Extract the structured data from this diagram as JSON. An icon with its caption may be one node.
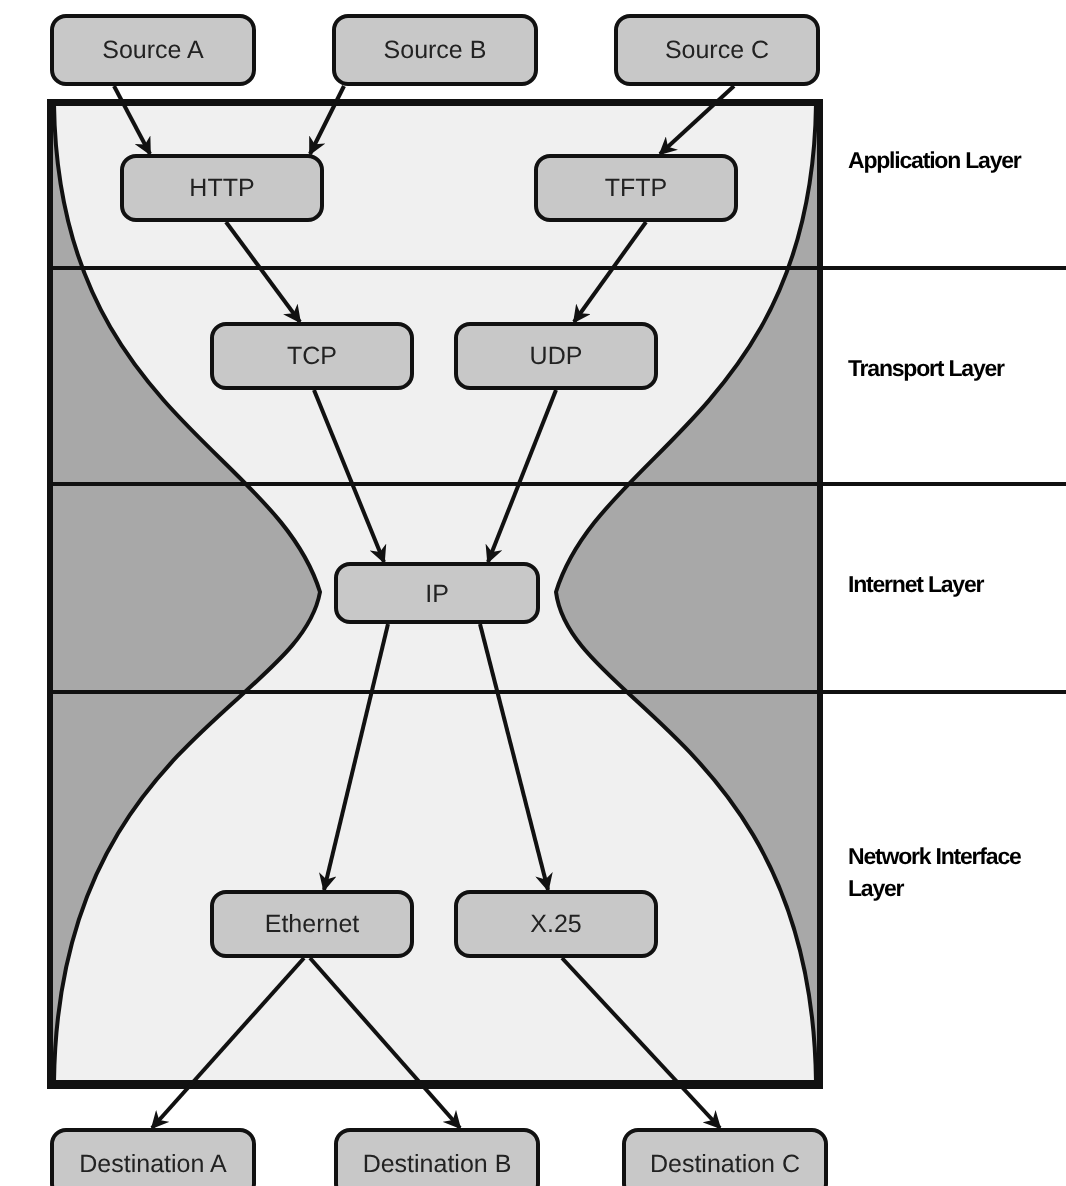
{
  "diagram": {
    "nodes": [
      {
        "text": [
          "Source A"
        ]
      },
      {
        "text": [
          "Source B"
        ]
      },
      {
        "text": [
          "Source C"
        ]
      },
      {
        "text": [
          "HTTP"
        ]
      },
      {
        "text": [
          "TFTP"
        ]
      },
      {
        "text": [
          "TCP"
        ]
      },
      {
        "text": [
          "UDP"
        ]
      },
      {
        "text": [
          "IP"
        ]
      },
      {
        "text": [
          "Ethernet"
        ]
      },
      {
        "text": [
          "X.25"
        ]
      },
      {
        "text": [
          "Destination A"
        ]
      },
      {
        "text": [
          "Destination B"
        ]
      },
      {
        "text": [
          "Destination C"
        ]
      }
    ],
    "edges": [
      {
        "from": 0,
        "to": 3,
        "arrow": "to"
      },
      {
        "from": 1,
        "to": 3,
        "arrow": "to"
      },
      {
        "from": 2,
        "to": 4,
        "arrow": "to"
      },
      {
        "from": 3,
        "to": 5,
        "arrow": "to"
      },
      {
        "from": 4,
        "to": 6,
        "arrow": "to"
      },
      {
        "from": 5,
        "to": 7,
        "arrow": "to"
      },
      {
        "from": 6,
        "to": 7,
        "arrow": "to"
      },
      {
        "from": 7,
        "to": 8,
        "arrow": "to"
      },
      {
        "from": 7,
        "to": 9,
        "arrow": "to"
      },
      {
        "from": 8,
        "to": 10,
        "arrow": "to"
      },
      {
        "from": 8,
        "to": 11,
        "arrow": "to"
      },
      {
        "from": 9,
        "to": 12,
        "arrow": "to"
      }
    ],
    "labels": [
      "Application Layer",
      "Transport Layer",
      "Internet Layer",
      "Network Interface Layer"
    ]
  }
}
